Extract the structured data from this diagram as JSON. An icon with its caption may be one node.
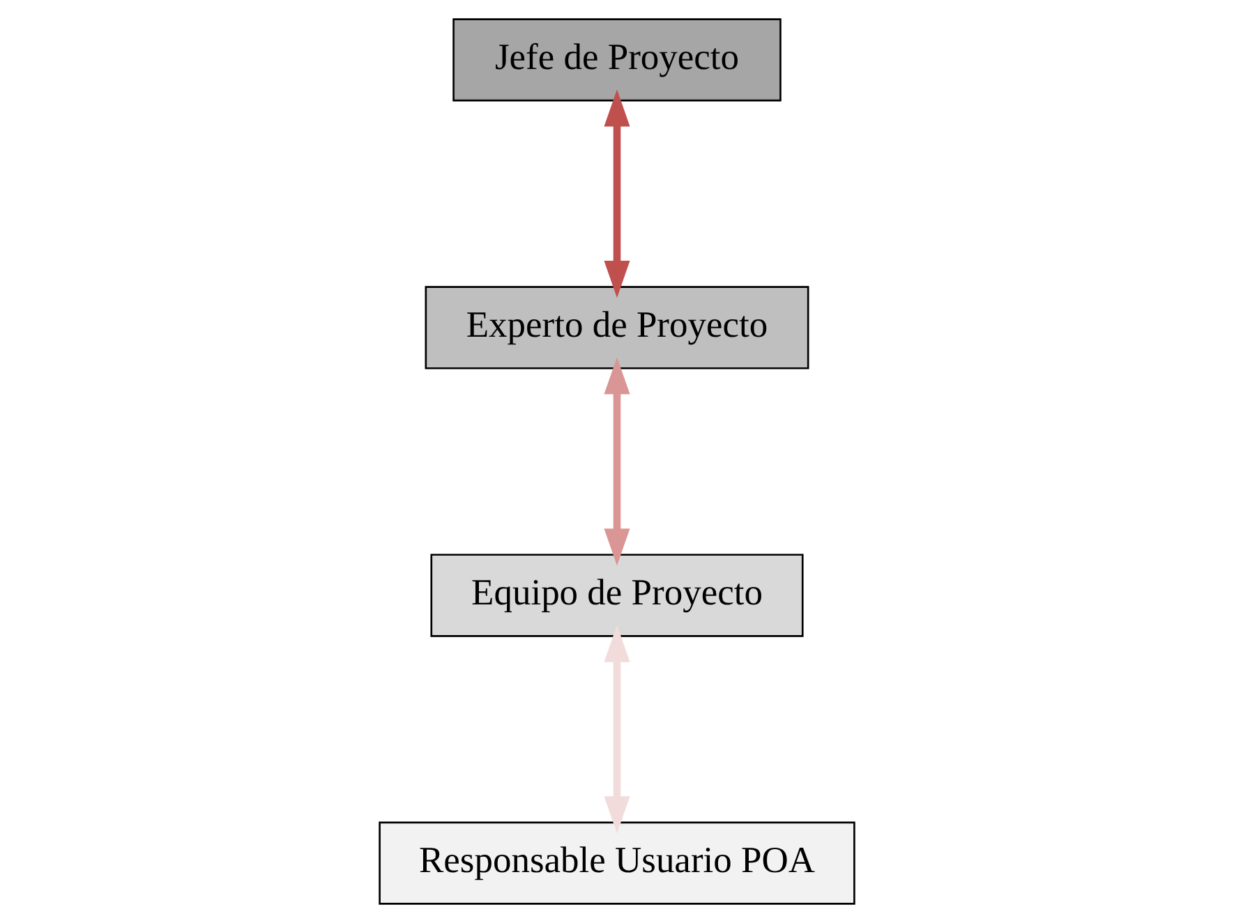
{
  "diagram": {
    "nodes": [
      {
        "text": [
          "Jefe de Proyecto"
        ]
      },
      {
        "text": [
          "Experto de Proyecto"
        ]
      },
      {
        "text": [
          "Equipo de Proyecto"
        ]
      },
      {
        "text": [
          "Responsable Usuario POA"
        ]
      }
    ],
    "edges": [
      {
        "from": 0,
        "to": 1,
        "arrow": "both",
        "color": "#c0504d"
      },
      {
        "from": 1,
        "to": 2,
        "arrow": "both",
        "color": "#d99694"
      },
      {
        "from": 2,
        "to": 3,
        "arrow": "both",
        "color": "#f2dcdb"
      }
    ]
  }
}
